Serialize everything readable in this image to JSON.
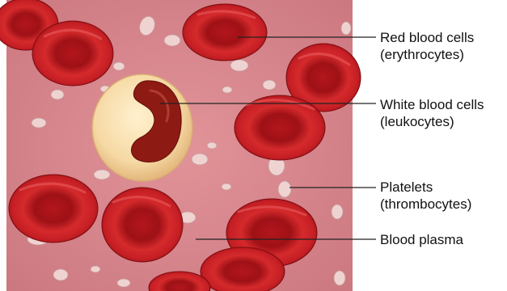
{
  "labels": {
    "rbc": {
      "line1": "Red blood cells",
      "line2": "(erythrocytes)"
    },
    "wbc": {
      "line1": "White blood cells",
      "line2": "(leukocytes)"
    },
    "platelets": {
      "line1": "Platelets",
      "line2": "(thrombocytes)"
    },
    "plasma": {
      "line1": "Blood plasma"
    }
  },
  "colors": {
    "plasma": "#d9868c",
    "plasma_shadow": "#c76f76",
    "red_cell": "#c41e24",
    "red_cell_center": "#a8141a",
    "white_cell": "#f4d6a2",
    "white_cell_nucleus": "#8e1a14",
    "platelet": "#eed2d0",
    "leader_line": "#222222"
  }
}
